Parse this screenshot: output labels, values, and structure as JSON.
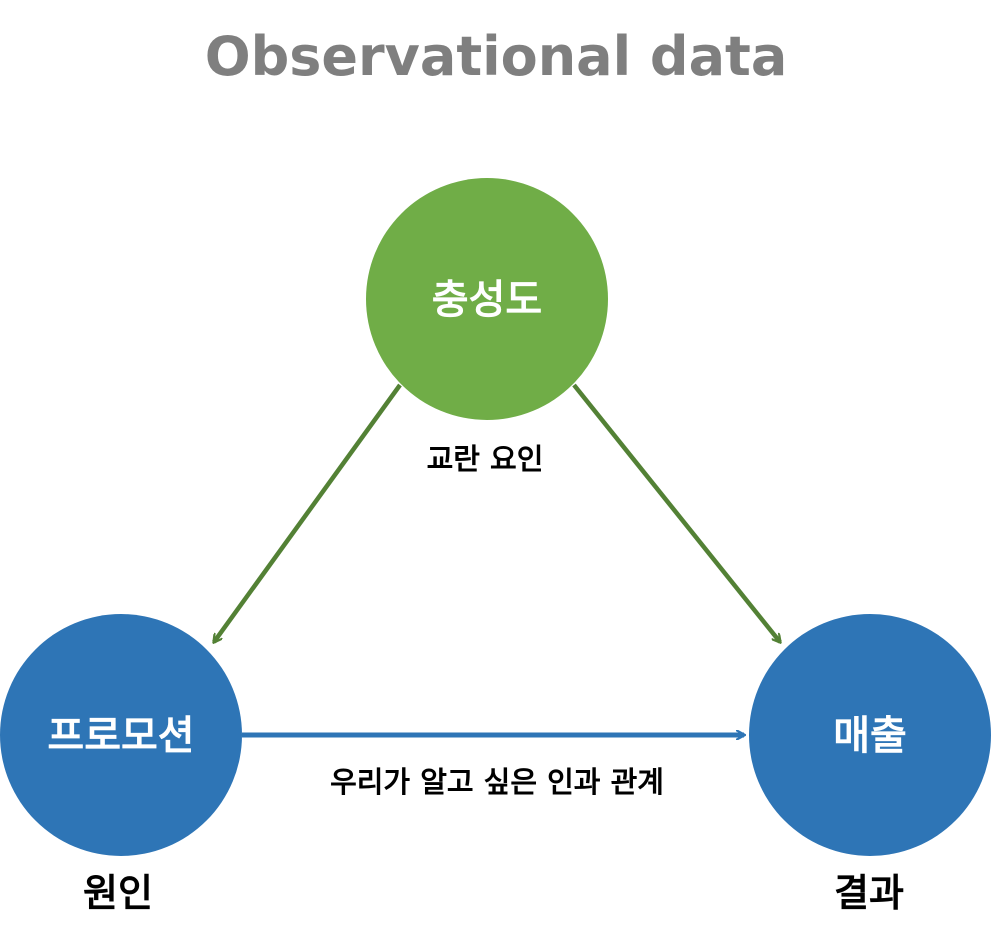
{
  "title": "Observational data",
  "colors": {
    "confounder": "#70ad47",
    "confounder_edge": "#538135",
    "treatment": "#2e75b6",
    "outcome": "#2e75b6",
    "causal_edge": "#2e75b6",
    "title": "#7f7f7f"
  },
  "nodes": {
    "confounder": {
      "label": "충성도"
    },
    "treatment": {
      "label": "프로모션"
    },
    "outcome": {
      "label": "매출"
    }
  },
  "labels": {
    "confounder_caption": "교란 요인",
    "causal_edge_caption": "우리가 알고 싶은 인과 관계",
    "treatment_role": "원인",
    "outcome_role": "결과"
  }
}
